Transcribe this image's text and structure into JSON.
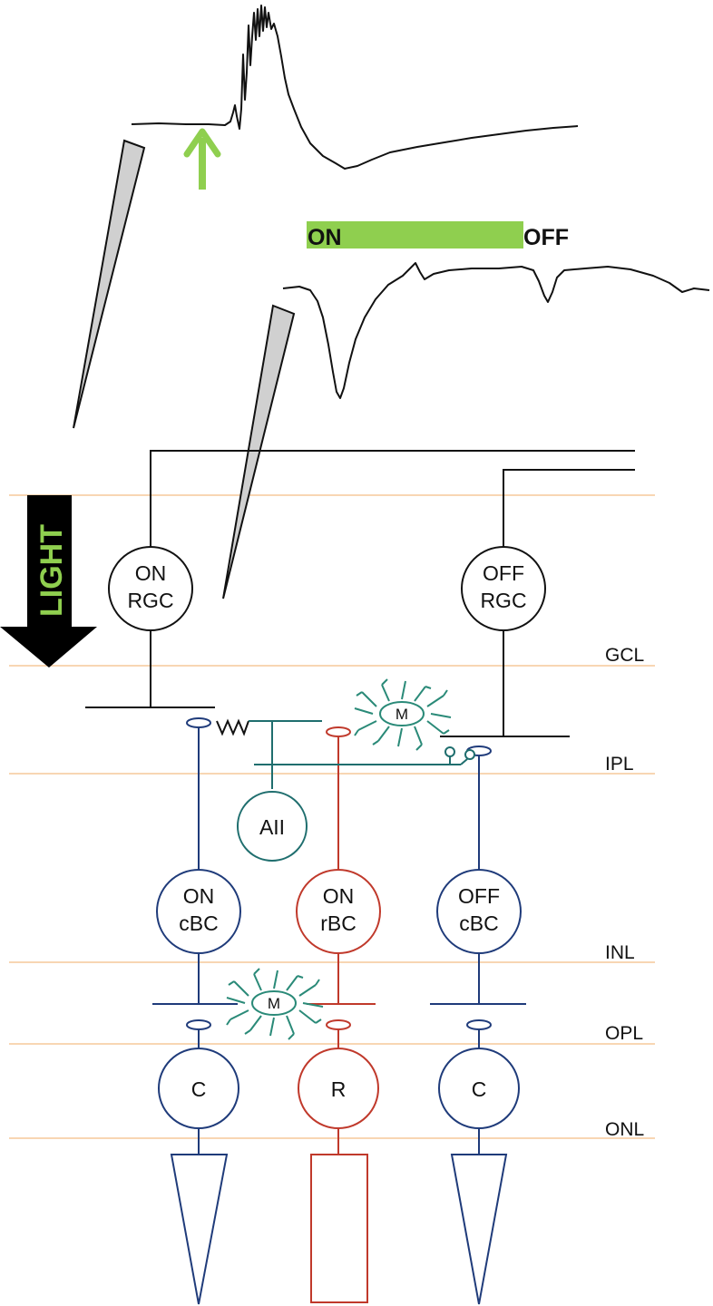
{
  "stimulus": {
    "on_label": "ON",
    "off_label": "OFF",
    "light_label": "LIGHT"
  },
  "layers": [
    "GCL",
    "IPL",
    "INL",
    "OPL",
    "ONL"
  ],
  "cells": {
    "on_rgc": [
      "ON",
      "RGC"
    ],
    "off_rgc": [
      "OFF",
      "RGC"
    ],
    "aii": "AII",
    "on_cbc": [
      "ON",
      "cBC"
    ],
    "on_rbc": [
      "ON",
      "rBC"
    ],
    "off_cbc": [
      "OFF",
      "cBC"
    ],
    "cone_left": "C",
    "rod": "R",
    "cone_right": "C",
    "muller_ipl": "M",
    "muller_opl": "M"
  },
  "colors": {
    "cone_pathway": "#1f3b7a",
    "rod_pathway": "#c0392b",
    "amacrine": "#1f6e6e",
    "muller": "#2a8a78",
    "stimulus_green": "#8fcf4f",
    "layer_line": "#f5c89a",
    "electrode": "#d0d0d0"
  }
}
